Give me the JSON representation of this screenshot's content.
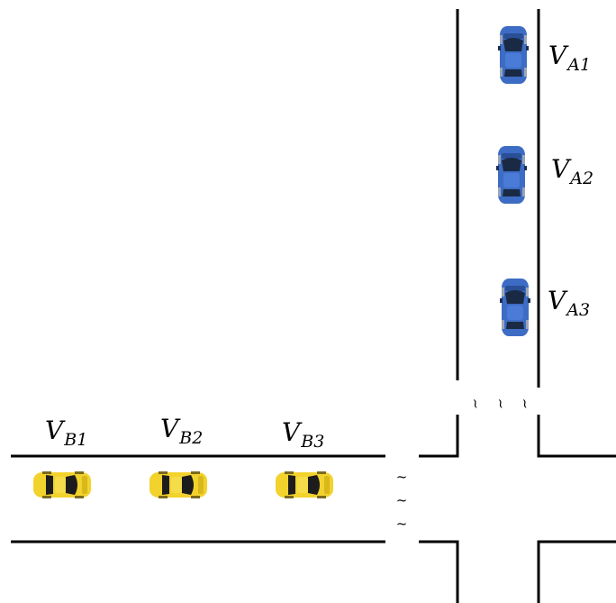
{
  "vehicles": {
    "A1": {
      "base": "V",
      "sub": "A1"
    },
    "A2": {
      "base": "V",
      "sub": "A2"
    },
    "A3": {
      "base": "V",
      "sub": "A3"
    },
    "B1": {
      "base": "V",
      "sub": "B1"
    },
    "B2": {
      "base": "V",
      "sub": "B2"
    },
    "B3": {
      "base": "V",
      "sub": "B3"
    }
  },
  "colors": {
    "road_a_car": "#3d6cc4",
    "road_b_car": "#f2d22c",
    "lines": "#000000"
  },
  "icons": {
    "vertical_cars": "blue-car-icon",
    "horizontal_cars": "yellow-car-icon",
    "gap_marks": "tilde"
  }
}
